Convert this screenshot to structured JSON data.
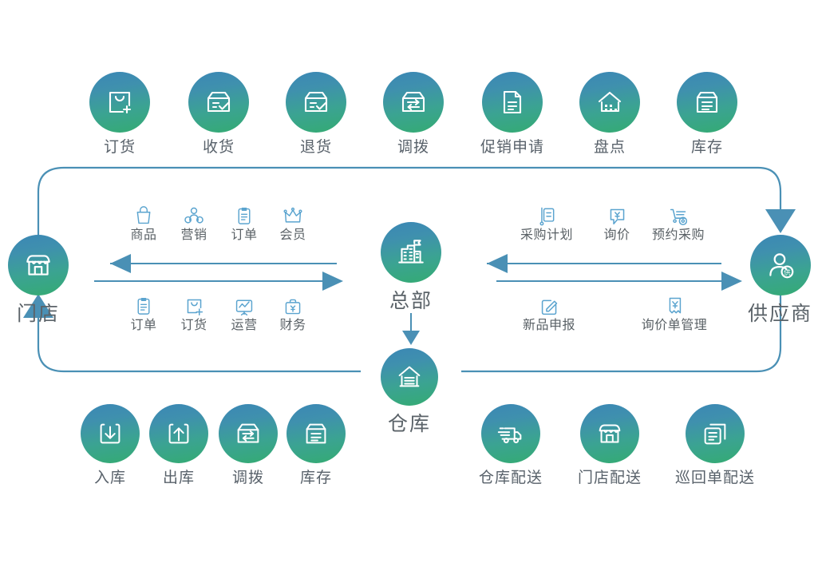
{
  "meta": {
    "accent_blue": "#4a90b5",
    "icon_blue": "#5ba4cf",
    "circle_gradient_top": "#3b87b5",
    "circle_gradient_bottom": "#34ab72",
    "label_color": "#5a6166"
  },
  "nodes": {
    "store": {
      "label": "门店",
      "icon": "storefront-icon"
    },
    "headquarters": {
      "label": "总部",
      "icon": "office-building-icon"
    },
    "supplier": {
      "label": "供应商",
      "icon": "supplier-person-icon"
    },
    "warehouse": {
      "label": "仓库",
      "icon": "warehouse-icon"
    }
  },
  "top_row": [
    {
      "label": "订货",
      "icon": "shopping-bag-plus-icon"
    },
    {
      "label": "收货",
      "icon": "box-check-icon"
    },
    {
      "label": "退货",
      "icon": "box-return-check-icon"
    },
    {
      "label": "调拨",
      "icon": "box-transfer-icon"
    },
    {
      "label": "促销申请",
      "icon": "document-icon"
    },
    {
      "label": "盘点",
      "icon": "warehouse-count-icon"
    },
    {
      "label": "库存",
      "icon": "box-list-icon"
    }
  ],
  "bottom_left_row": [
    {
      "label": "入库",
      "icon": "arrow-into-box-icon"
    },
    {
      "label": "出库",
      "icon": "arrow-out-of-box-icon"
    },
    {
      "label": "调拨",
      "icon": "box-transfer-icon"
    },
    {
      "label": "库存",
      "icon": "box-list-icon"
    }
  ],
  "bottom_right_row": [
    {
      "label": "仓库配送",
      "icon": "delivery-truck-icon"
    },
    {
      "label": "门店配送",
      "icon": "storefront-icon"
    },
    {
      "label": "巡回单配送",
      "icon": "stacked-documents-icon"
    }
  ],
  "store_to_hq_upper": [
    {
      "label": "商品",
      "icon": "shopping-bag-icon"
    },
    {
      "label": "营销",
      "icon": "marketing-megaphone-icon"
    },
    {
      "label": "订单",
      "icon": "clipboard-icon"
    },
    {
      "label": "会员",
      "icon": "crown-icon"
    }
  ],
  "store_to_hq_lower": [
    {
      "label": "订单",
      "icon": "clipboard-icon"
    },
    {
      "label": "订货",
      "icon": "bag-plus-small-icon"
    },
    {
      "label": "运营",
      "icon": "chart-board-icon"
    },
    {
      "label": "财务",
      "icon": "finance-yen-icon"
    }
  ],
  "hq_to_supplier_upper": [
    {
      "label": "采购计划",
      "icon": "purchase-plan-icon"
    },
    {
      "label": "询价",
      "icon": "yen-chat-icon"
    },
    {
      "label": "预约采购",
      "icon": "scheduled-purchase-icon"
    }
  ],
  "hq_to_supplier_lower": [
    {
      "label": "新品申报",
      "icon": "pencil-square-icon"
    },
    {
      "label": "询价单管理",
      "icon": "yen-document-icon"
    }
  ]
}
